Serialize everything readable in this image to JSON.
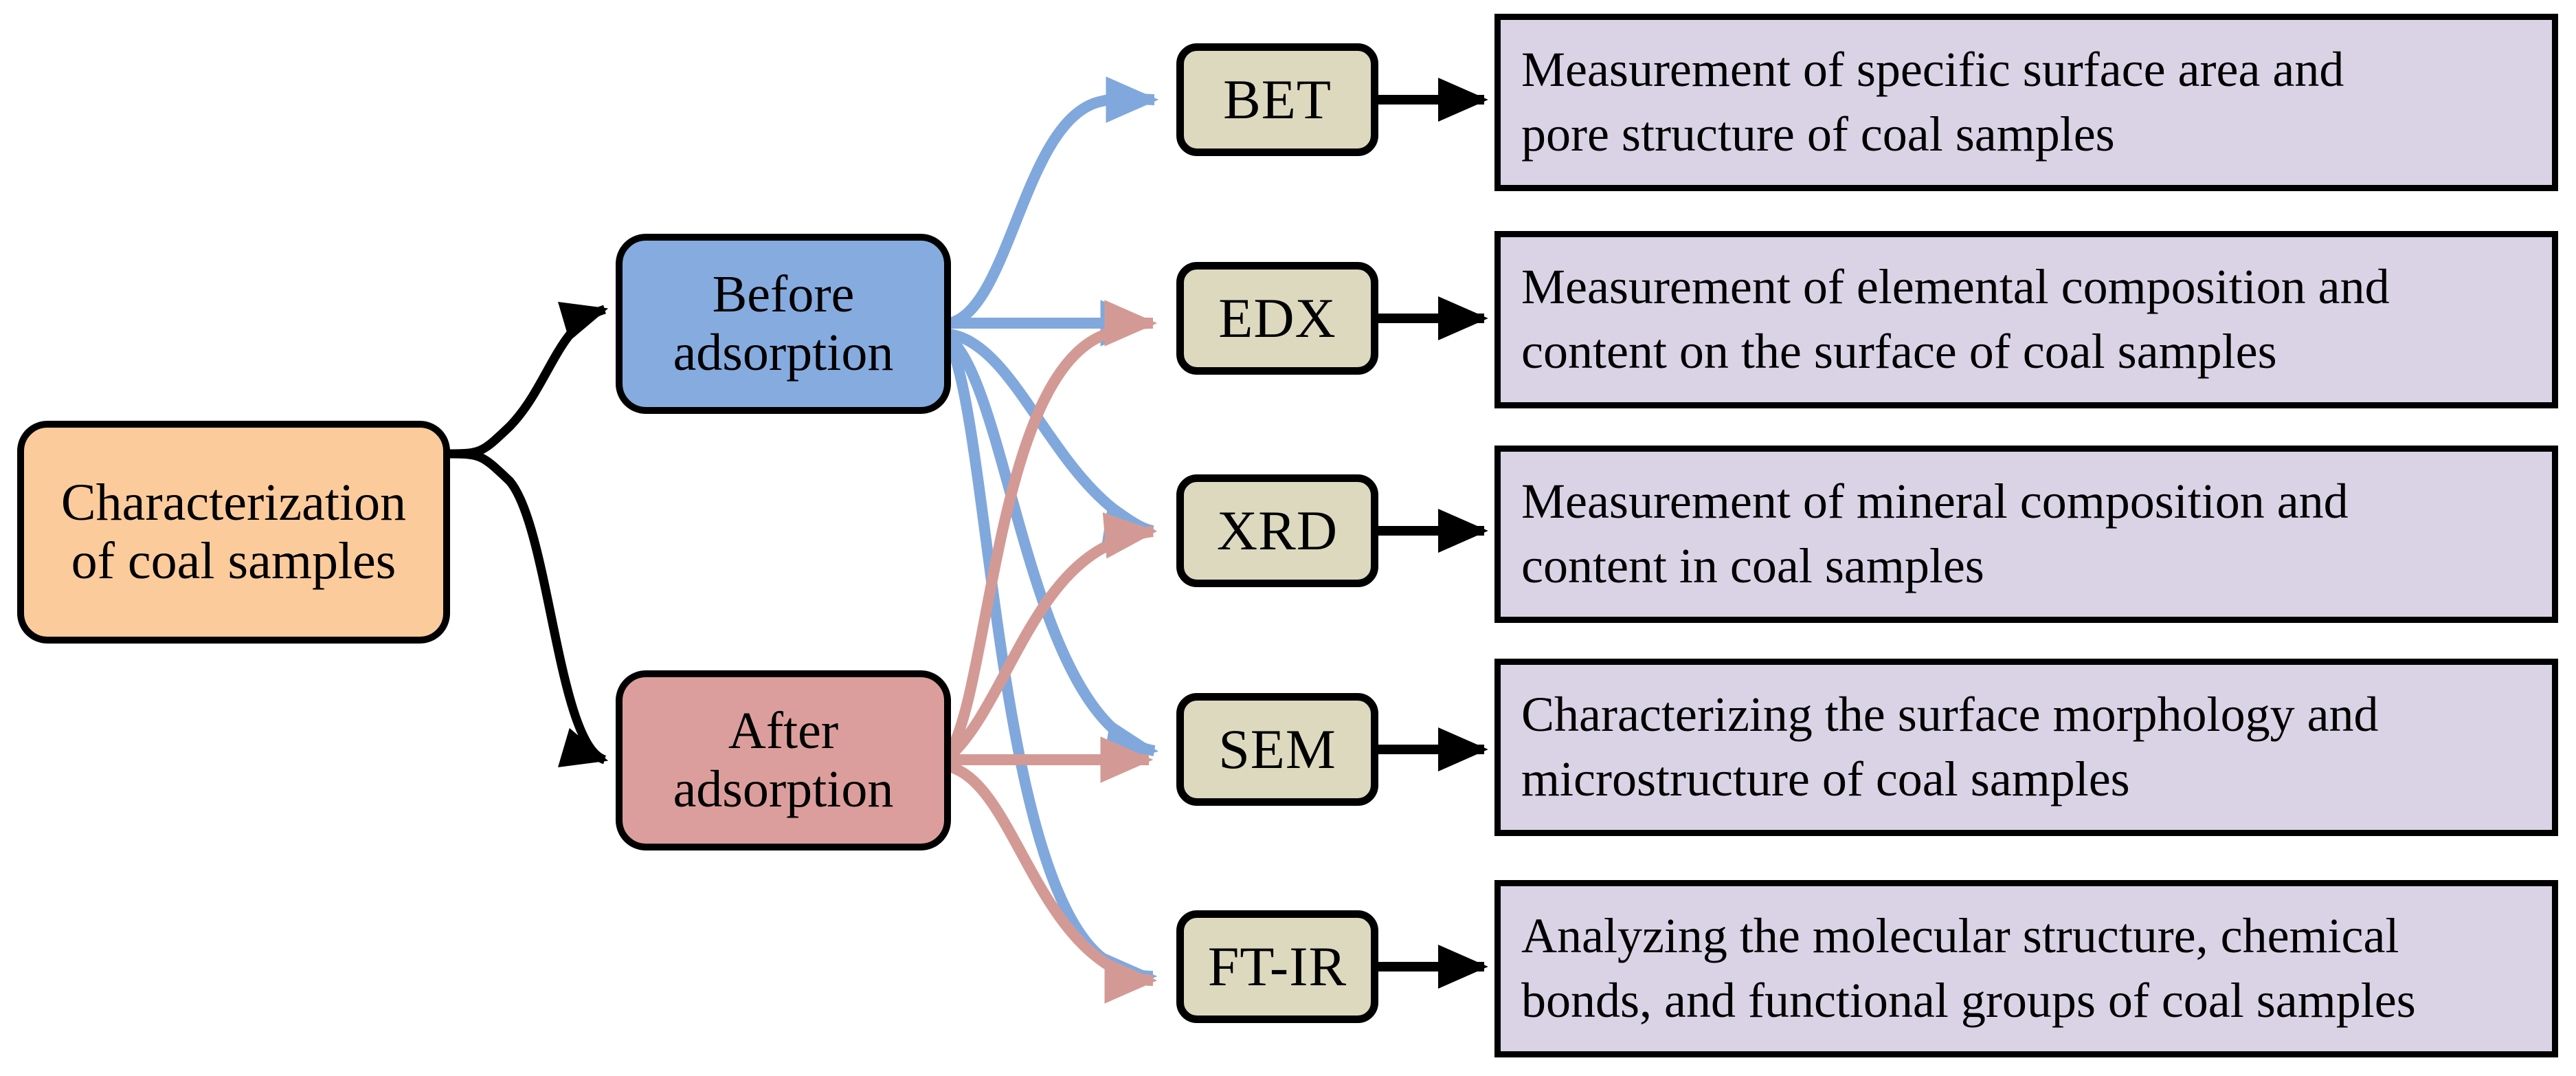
{
  "diagram": {
    "title": "Characterization of coal samples workflow",
    "type": "flowchart",
    "background": "#ffffff"
  },
  "colors": {
    "root_fill": "#FBCB9C",
    "before_fill": "#86ABDF",
    "after_fill": "#DC9E9C",
    "technique_fill": "#DDD9BF",
    "description_fill": "#D9D3E5",
    "outline": "#000000",
    "blue_edge": "#81A8DC",
    "rose_edge": "#D39A95",
    "black_edge": "#000000"
  },
  "root": {
    "id": "root",
    "label": "Characterization\nof coal samples"
  },
  "stages": [
    {
      "id": "before",
      "label": "Before\nadsorption",
      "color": "#86ABDF"
    },
    {
      "id": "after",
      "label": "After\nadsorption",
      "color": "#DC9E9C"
    }
  ],
  "techniques": [
    {
      "id": "bet",
      "label": "BET"
    },
    {
      "id": "edx",
      "label": "EDX"
    },
    {
      "id": "xrd",
      "label": "XRD"
    },
    {
      "id": "sem",
      "label": "SEM"
    },
    {
      "id": "ftir",
      "label": "FT-IR"
    }
  ],
  "descriptions": [
    {
      "id": "desc-bet",
      "for": "BET",
      "label": "Measurement of specific surface area and\npore structure of coal samples"
    },
    {
      "id": "desc-edx",
      "for": "EDX",
      "label": "Measurement of elemental composition and\ncontent on the surface of coal samples"
    },
    {
      "id": "desc-xrd",
      "for": "XRD",
      "label": "Measurement of mineral composition and\ncontent in coal samples"
    },
    {
      "id": "desc-sem",
      "for": "SEM",
      "label": "Characterizing the surface morphology and\nmicrostructure of coal samples"
    },
    {
      "id": "desc-ftir",
      "for": "FT-IR",
      "label": "Analyzing the molecular structure, chemical\nbonds, and functional groups of coal samples"
    }
  ],
  "edges": {
    "root_to_stages": [
      "root -> before",
      "root -> after"
    ],
    "before_to_techniques": [
      "before -> BET",
      "before -> EDX",
      "before -> XRD",
      "before -> SEM",
      "before -> FT-IR"
    ],
    "after_to_techniques": [
      "after -> EDX",
      "after -> XRD",
      "after -> SEM",
      "after -> FT-IR"
    ],
    "technique_to_description": [
      "BET -> desc-bet",
      "EDX -> desc-edx",
      "XRD -> desc-xrd",
      "SEM -> desc-sem",
      "FT-IR -> desc-ftir"
    ]
  }
}
